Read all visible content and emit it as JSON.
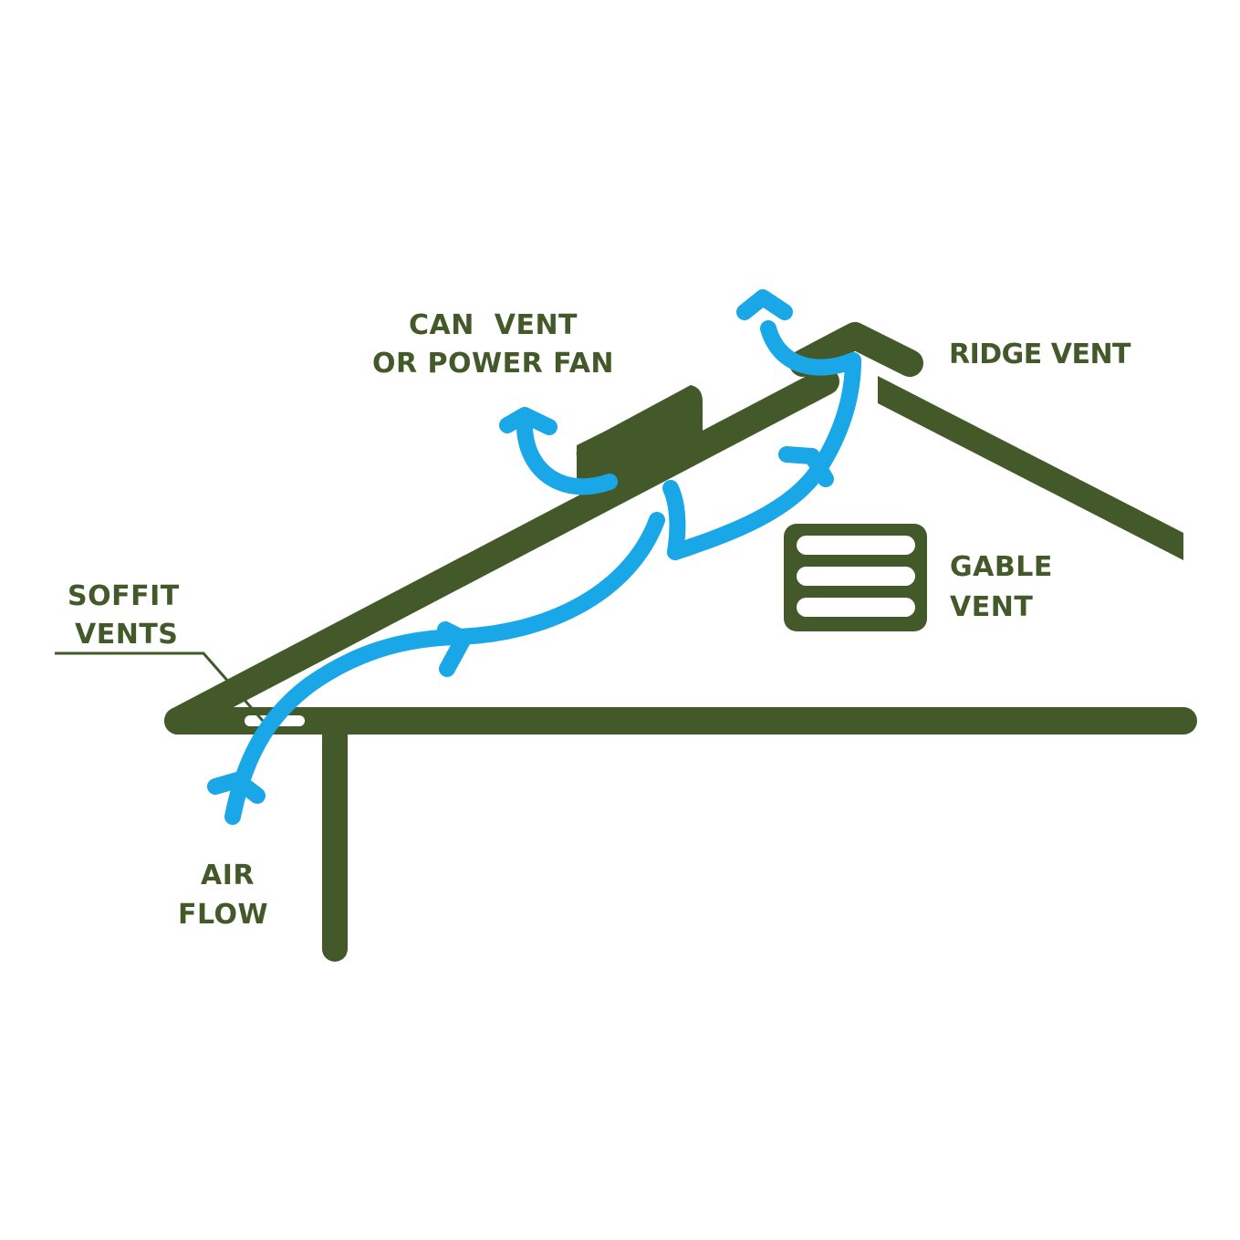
{
  "title": "Attic ventilation airflow diagram",
  "colors": {
    "structure": "#44592a",
    "airflow": "#1aa7e8",
    "background": "#ffffff"
  },
  "labels": {
    "can_vent": [
      "CAN  VENT",
      "OR POWER FAN"
    ],
    "ridge_vent": [
      "RIDGE VENT"
    ],
    "soffit_vents": [
      "SOFFIT",
      "VENTS"
    ],
    "gable_vent": [
      "GABLE",
      "VENT"
    ],
    "air_flow": [
      "AIR",
      "FLOW"
    ]
  },
  "components": [
    {
      "id": "soffit-vent",
      "name": "Soffit vents"
    },
    {
      "id": "can-vent",
      "name": "Can vent or power fan"
    },
    {
      "id": "ridge-vent",
      "name": "Ridge vent"
    },
    {
      "id": "gable-vent",
      "name": "Gable vent",
      "slots": 3
    }
  ],
  "airflow_paths": [
    {
      "from": "soffit-vent",
      "to": "can-vent"
    },
    {
      "from": "soffit-vent",
      "to": "ridge-vent"
    }
  ]
}
